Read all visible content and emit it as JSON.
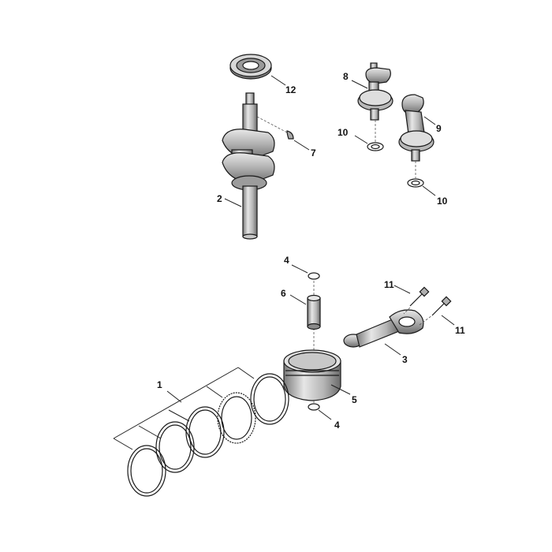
{
  "callouts": {
    "c1": "1",
    "c2": "2",
    "c3": "3",
    "c4a": "4",
    "c4b": "4",
    "c5": "5",
    "c6": "6",
    "c7": "7",
    "c8": "8",
    "c9": "9",
    "c10a": "10",
    "c10b": "10",
    "c11a": "11",
    "c11b": "11",
    "c12": "12"
  },
  "colors": {
    "part_light": "#d9d9d9",
    "part_mid": "#a8a8a8",
    "part_dark": "#5a5a5a",
    "line": "#1a1a1a"
  }
}
